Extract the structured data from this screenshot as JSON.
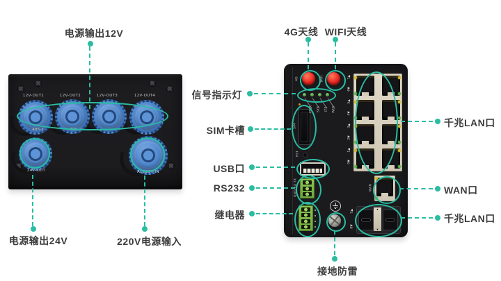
{
  "colors": {
    "accent": "#2abda2",
    "label_text": "#3d3d3d",
    "device_body": "#1c1c1f",
    "connector_blue": "#4a82c8",
    "antenna_red": "#e8251d",
    "port_beige": "#d7d0bf",
    "terminal_green": "#7ab648",
    "led_green": "#5cb64e",
    "led_yellow": "#d2bc2e"
  },
  "left_device": {
    "callout_top": "电源输出12V",
    "callout_bottom_left": "电源输出24V",
    "callout_bottom_right": "220V电源输入",
    "out12_labels": [
      "12V-OUT1",
      "12V-OUT2",
      "12V-OUT3",
      "12V-OUT4"
    ],
    "rs485_labels": [
      "485-1",
      "485-2"
    ],
    "out24_label": "24V-OUT",
    "ac_in_label": "AC220V-IN"
  },
  "right_device": {
    "callout_4g": "4G天线",
    "callout_wifi": "WIFI天线",
    "callout_ground": "接地防雷",
    "callouts_left": [
      "信号指示灯",
      "SIM卡槽",
      "USB口",
      "RS232",
      "继电器"
    ],
    "callouts_right": [
      "千兆LAN口",
      "WAN口",
      "千兆LAN口"
    ],
    "antenna_4g": "4G",
    "antenna_wifi": "WiFi",
    "led_labels": [
      "PWR",
      "SYS",
      "LTE",
      "WIFI"
    ],
    "sim_label": "SIM",
    "rst_label": "RST",
    "rs232_pins": "GND RX TX",
    "wan_label": "WAN",
    "lan_port_numbers": [
      "7▲",
      "6▼",
      "5▲",
      "4▼",
      "3▲",
      "2▼",
      "1▲",
      "0▼"
    ],
    "sfp_port_numbers": [
      "9▲",
      "8▼"
    ]
  }
}
